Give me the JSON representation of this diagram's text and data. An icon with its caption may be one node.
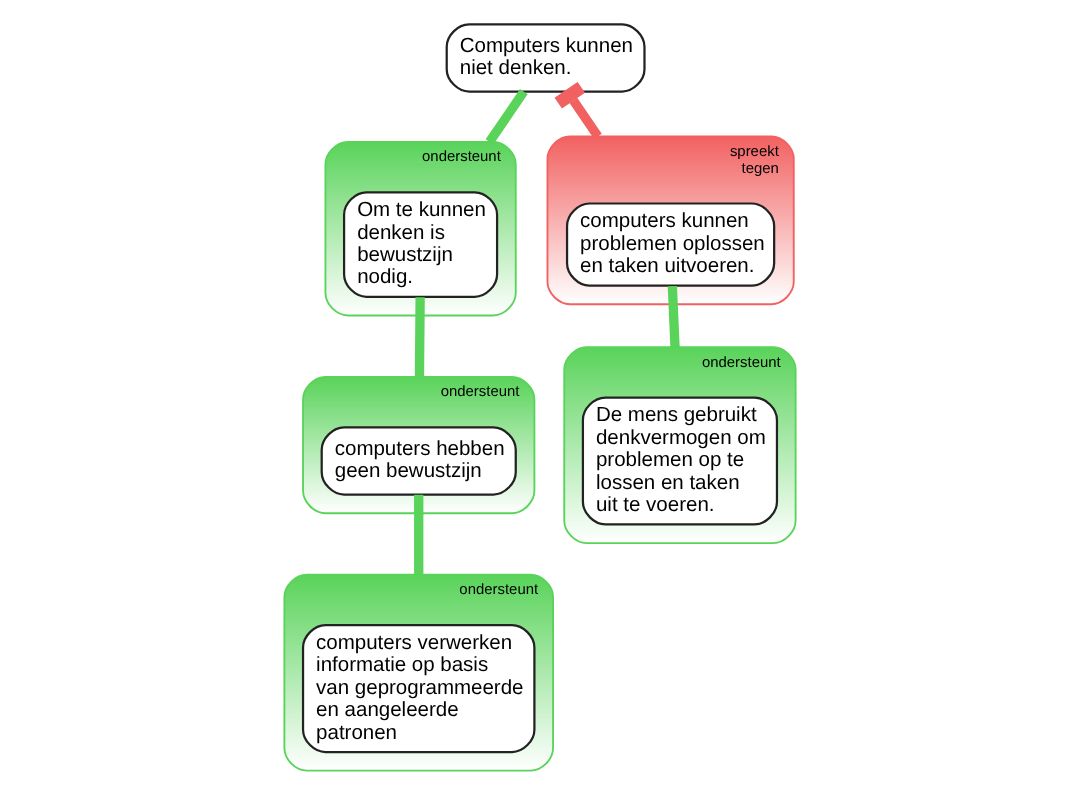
{
  "diagram": {
    "nodes": [
      {
        "text": [
          "Computers kunnen niet denken."
        ]
      },
      {
        "text": [
          "ondersteunt"
        ]
      },
      {
        "text": [
          "Om te kunnen denken is bewustzijn nodig."
        ],
        "in": 1
      },
      {
        "text": [
          "spreekt tegen"
        ]
      },
      {
        "text": [
          "computers kunnen problemen oplossen en taken uitvoeren."
        ],
        "in": 3
      },
      {
        "text": [
          "ondersteunt"
        ]
      },
      {
        "text": [
          "computers hebben geen bewustzijn"
        ],
        "in": 5
      },
      {
        "text": [
          "ondersteunt"
        ]
      },
      {
        "text": [
          "De mens gebruikt denkvermogen om problemen op te lossen en taken uit te voeren."
        ],
        "in": 7
      },
      {
        "text": [
          "ondersteunt"
        ]
      },
      {
        "text": [
          "computers verwerken informatie op basis van geprogrammeerde en aangeleerde patronen"
        ],
        "in": 9
      }
    ],
    "edges": [
      {
        "from": 1,
        "to": 0,
        "arrow": "none"
      },
      {
        "from": 3,
        "to": 0,
        "arrow": "other",
        "color": "#f26161"
      },
      {
        "from": 5,
        "to": 2,
        "arrow": "none"
      },
      {
        "from": 7,
        "to": 4,
        "arrow": "none"
      },
      {
        "from": 9,
        "to": 6,
        "arrow": "none"
      }
    ]
  }
}
